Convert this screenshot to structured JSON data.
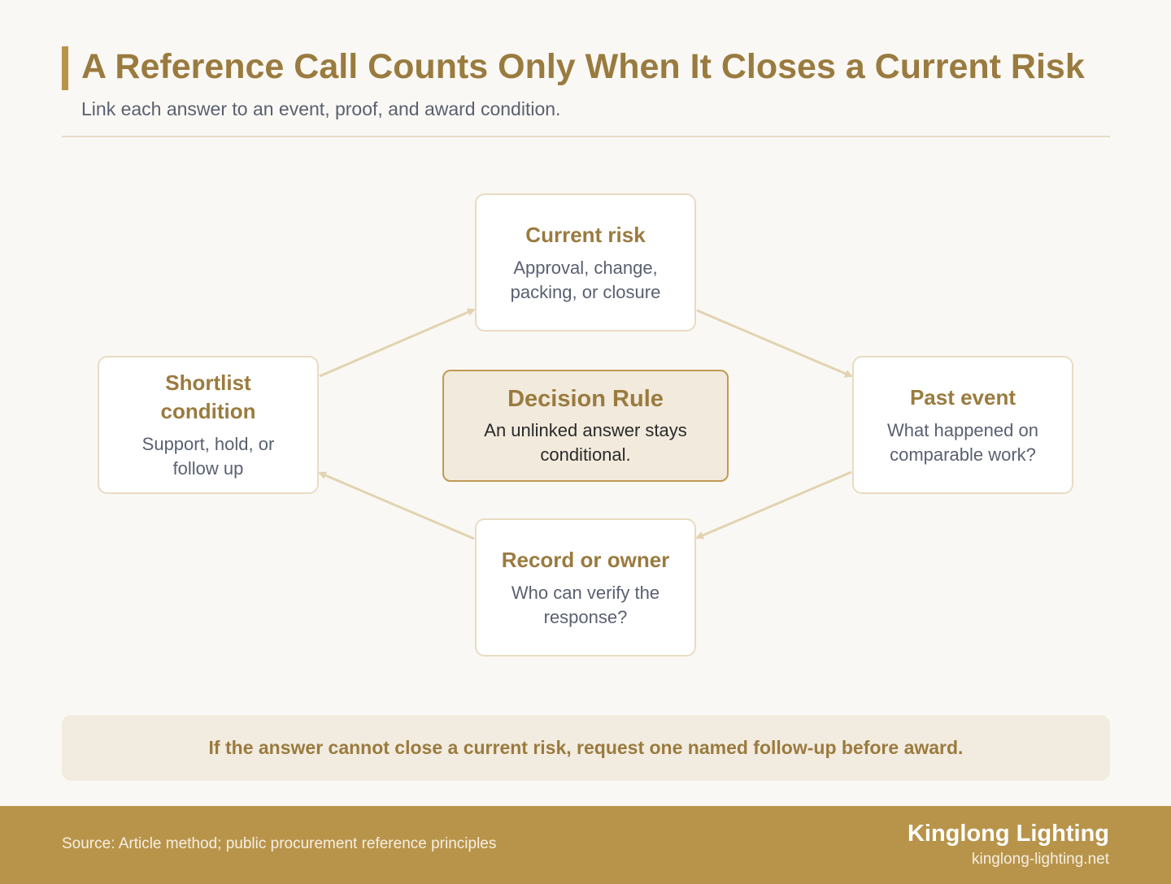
{
  "header": {
    "title": "A Reference Call Counts Only When It Closes a Current Risk",
    "subtitle": "Link each answer to an event, proof, and award condition."
  },
  "cycle": {
    "current_risk": {
      "title": "Current risk",
      "desc_line1": "Approval, change,",
      "desc_line2": "packing, or closure"
    },
    "past_event": {
      "title": "Past event",
      "desc_line1": "What happened on",
      "desc_line2": "comparable work?"
    },
    "record_owner": {
      "title": "Record or owner",
      "desc_line1": "Who can verify the",
      "desc_line2": "response?"
    },
    "shortlist": {
      "title_line1": "Shortlist",
      "title_line2": "condition",
      "desc_line1": "Support, hold, or",
      "desc_line2": "follow up"
    }
  },
  "decision_rule": {
    "title": "Decision Rule",
    "text_line1": "An unlinked answer stays",
    "text_line2": "conditional."
  },
  "callout": {
    "text": "If the answer cannot close a current risk, request one named follow-up before award."
  },
  "footer": {
    "source": "Source: Article method; public procurement reference principles",
    "brand": "Kinglong Lighting",
    "site": "kinglong-lighting.net"
  },
  "colors": {
    "accent": "#b8944a",
    "heading": "#9a7b3f",
    "body_text": "#5a6070",
    "arrow": "#e3d3b2",
    "background": "#faf8f4"
  }
}
